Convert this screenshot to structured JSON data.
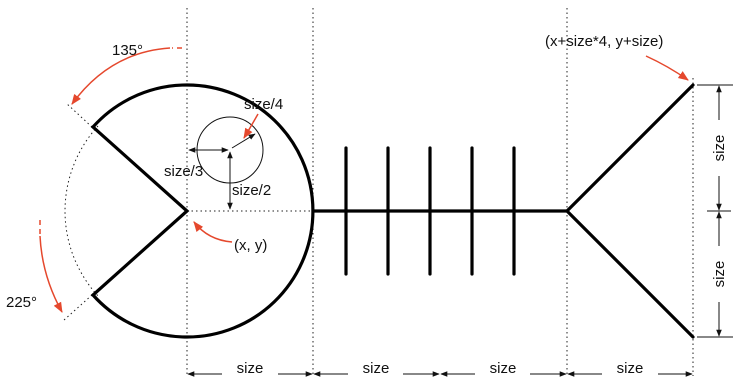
{
  "labels": {
    "angle_top": "135°",
    "angle_bottom": "225°",
    "eye_radius": "size/4",
    "eye_offset_x": "size/3",
    "eye_offset_y": "size/2",
    "origin": "(x, y)",
    "tail_point": "(x+size*4, y+size)",
    "size_bottom_1": "size",
    "size_bottom_2": "size",
    "size_bottom_3": "size",
    "size_bottom_4": "size",
    "size_right_top": "size",
    "size_right_bottom": "size"
  },
  "colors": {
    "shape": "#000000",
    "annotation_arrow": "#e5482d",
    "background": "#ffffff"
  }
}
